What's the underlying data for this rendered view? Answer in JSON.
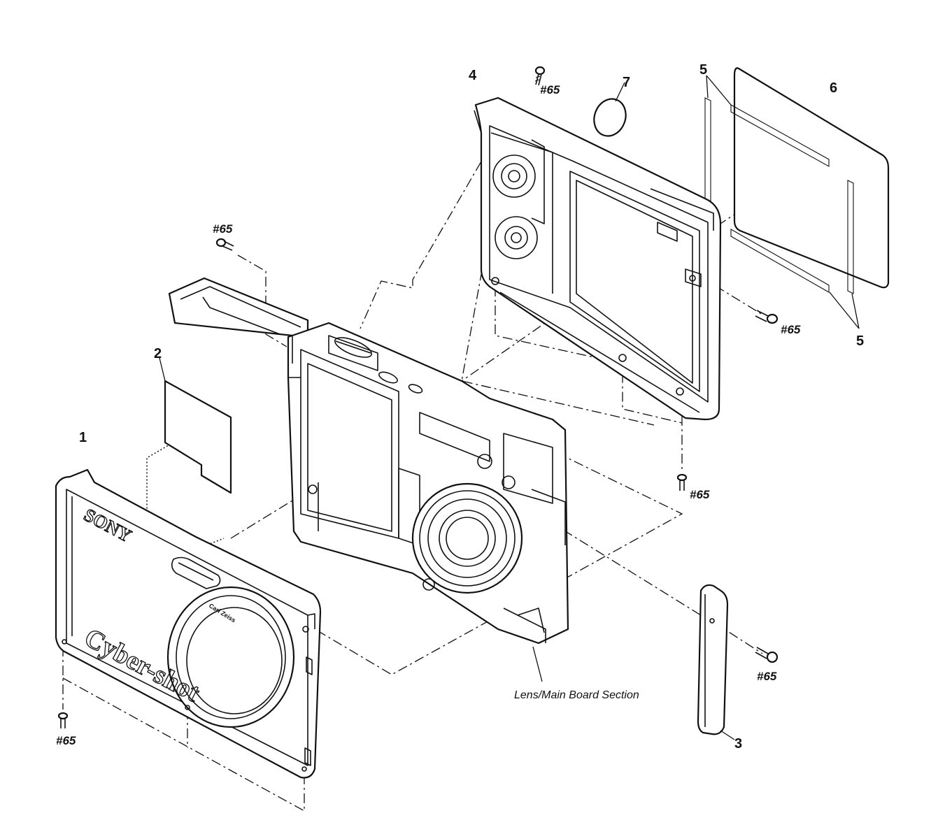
{
  "callouts": {
    "part1": "1",
    "part2": "2",
    "part3": "3",
    "part4": "4",
    "part5_top": "5",
    "part5_bottom": "5",
    "part6": "6",
    "part7": "7"
  },
  "screw_labels": {
    "s_top": "#65",
    "s_left": "#65",
    "s_rear_right": "#65",
    "s_rear_bottom": "#65",
    "s_side": "#65",
    "s_front_bottom": "#65"
  },
  "section_label": "Lens/Main Board Section",
  "markings": {
    "brand": "SONY",
    "model": "Cyber-shot",
    "lens_maker": "Carl Zeiss"
  }
}
